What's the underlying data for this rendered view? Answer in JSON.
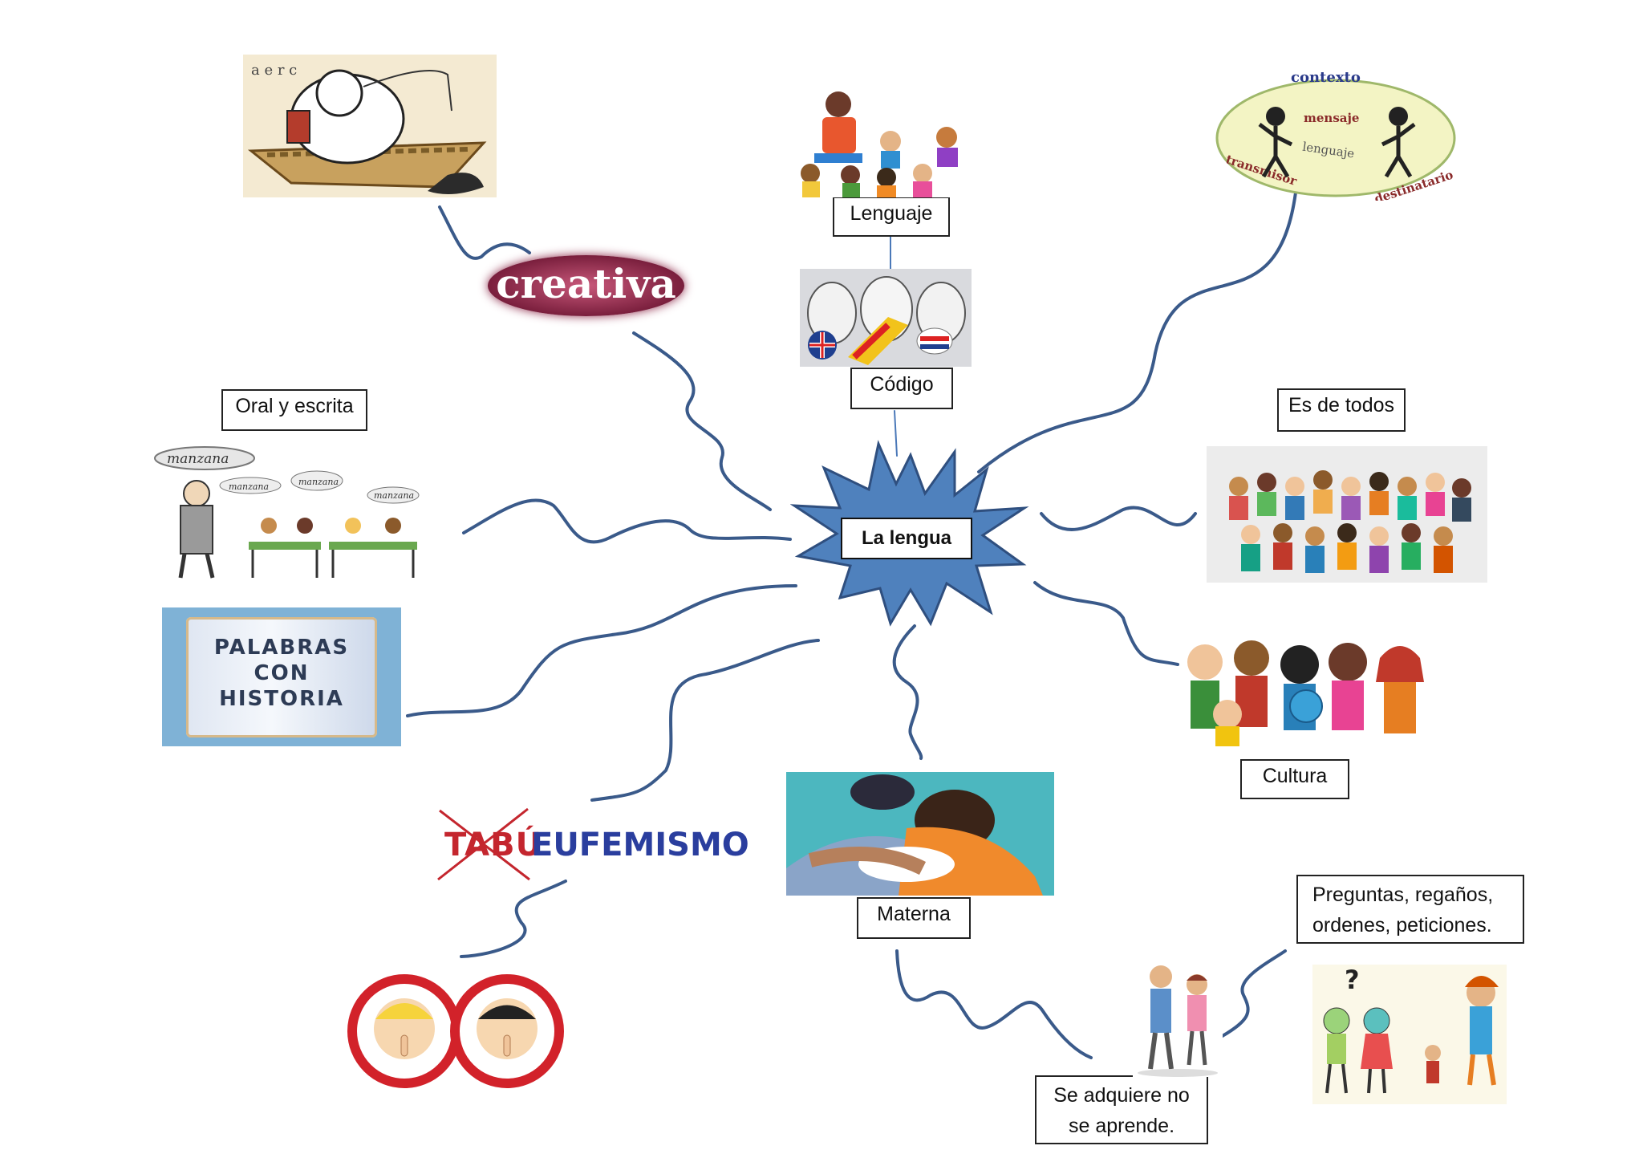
{
  "center": {
    "label": "La lengua",
    "color": "#4f81bd"
  },
  "nodes": {
    "lenguaje": "Lenguaje",
    "codigo": "Código",
    "oral_escrita": "Oral y escrita",
    "es_de_todos": "Es de todos",
    "cultura": "Cultura",
    "materna": "Materna",
    "se_adquiere_line1": "Se adquiere no",
    "se_adquiere_line2": "se aprende.",
    "preguntas_line1": "Preguntas, regaños,",
    "preguntas_line2": "ordenes, peticiones."
  },
  "images": {
    "creativa_text": "creativa",
    "palabras_con_historia": "PALABRAS\nCON\nHISTORIA",
    "manzana_bubble": "manzana",
    "manzana_small_1": "manzana",
    "manzana_small_2": "manzana",
    "manzana_small_3": "manzana",
    "tabu": "TABÚ",
    "eufemismo": "EUFEMISMO",
    "contexto": "contexto",
    "mensaje": "mensaje",
    "lenguaje_diagram": "lenguaje",
    "transmisor": "transmisor",
    "destinatario": "destinatario"
  },
  "colors": {
    "connector": "#3a5a8a",
    "star_fill": "#4f81bd",
    "star_stroke": "#2f4f7f",
    "context_ellipse": "#f3f4c4"
  }
}
